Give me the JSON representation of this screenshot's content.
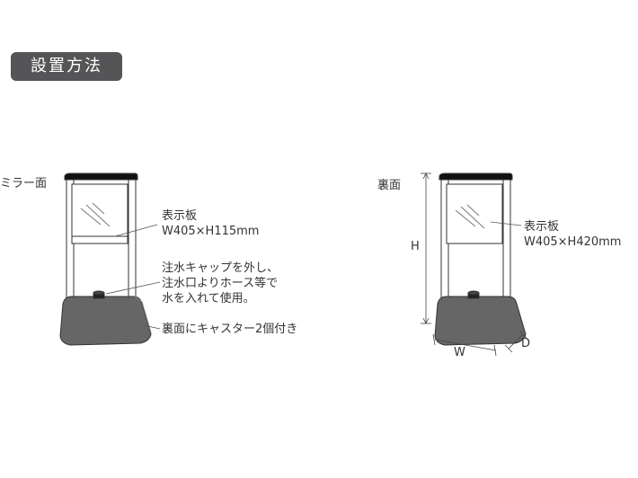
{
  "section": {
    "title": "設置方法"
  },
  "front": {
    "view_label": "ミラー面",
    "board_label": "表示板",
    "board_size": "W405×H115mm",
    "water_note_lines": [
      "注水キャップを外し、",
      "注水口よりホース等で",
      "水を入れて使用。"
    ],
    "caster_note": "裏面にキャスター2個付き"
  },
  "back": {
    "view_label": "裏面",
    "board_label": "表示板",
    "board_size": "W405×H420mm",
    "dim_h": "H",
    "dim_w": "W",
    "dim_d": "D"
  }
}
